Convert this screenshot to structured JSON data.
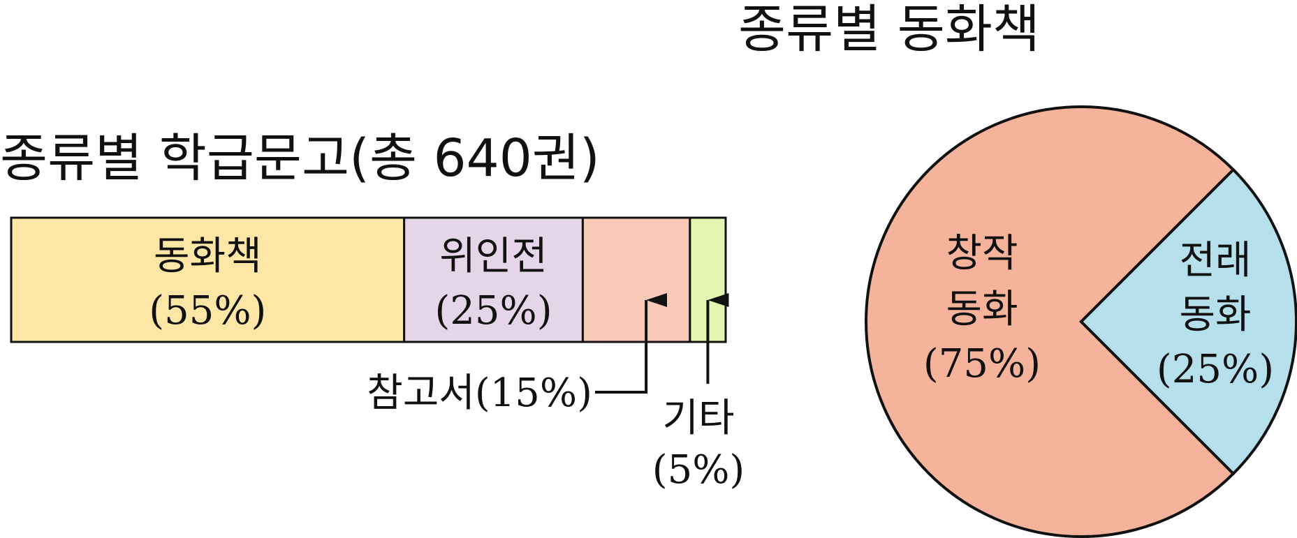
{
  "chart_data": [
    {
      "type": "bar",
      "title": "종류별 학급문고(총 640권)",
      "stacked": true,
      "orientation": "horizontal",
      "segments": [
        {
          "name": "동화책",
          "value": 55,
          "percent_label": "(55%)",
          "color": "#fde6a6"
        },
        {
          "name": "위인전",
          "value": 25,
          "percent_label": "(25%)",
          "color": "#e5d5e8"
        },
        {
          "name": "참고서",
          "value": 15,
          "percent_label": "(15%)",
          "color": "#f9c9b7"
        },
        {
          "name": "기타",
          "value": 5,
          "percent_label": "(5%)",
          "color": "#e4f4b1"
        }
      ]
    },
    {
      "type": "pie",
      "title": "종류별 동화책",
      "slices": [
        {
          "line1": "창작",
          "line2": "동화",
          "value": 75,
          "percent_label": "(75%)",
          "color": "#f4b39a"
        },
        {
          "line1": "전래",
          "line2": "동화",
          "value": 25,
          "percent_label": "(25%)",
          "color": "#b6dfec"
        }
      ]
    }
  ]
}
